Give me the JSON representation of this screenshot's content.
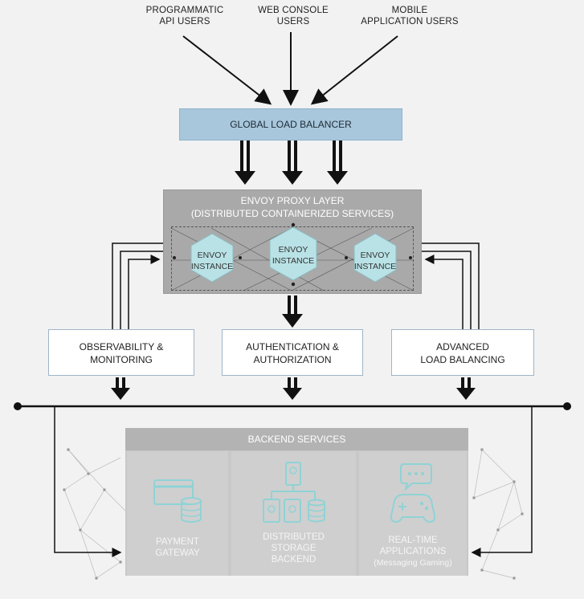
{
  "users": {
    "programmatic": [
      "PROGRAMMATIC",
      "API USERS"
    ],
    "web": [
      "WEB CONSOLE",
      "USERS"
    ],
    "mobile": [
      "MOBILE",
      "APPLICATION USERS"
    ]
  },
  "global_lb": "GLOBAL LOAD BALANCER",
  "envoy_layer": {
    "title": "ENVOY PROXY LAYER",
    "subtitle": "(DISTRIBUTED CONTAINERIZED SERVICES)",
    "instances": [
      [
        "ENVOY",
        "INSTANCE"
      ],
      [
        "ENVOY",
        "INSTANCE"
      ],
      [
        "ENVOY",
        "INSTANCE"
      ]
    ]
  },
  "middle": {
    "observability": [
      "OBSERVABILITY &",
      "MONITORING"
    ],
    "auth": [
      "AUTHENTICATION &",
      "AUTHORIZATION"
    ],
    "advanced": [
      "ADVANCED",
      "LOAD BALANCING"
    ]
  },
  "backend": {
    "title": "BACKEND SERVICES",
    "payment": [
      "PAYMENT",
      "GATEWAY"
    ],
    "storage": [
      "DISTRIBUTED",
      "STORAGE",
      "BACKEND"
    ],
    "realtime": [
      "REAL-TIME",
      "APPLICATIONS"
    ],
    "realtime_sub": "(Messaging Gaming)"
  },
  "colors": {
    "lb_fill": "#a8c7dc",
    "hex_fill": "#b9e2e6",
    "icon_teal": "#8fd3d6",
    "arrow": "#111111"
  }
}
